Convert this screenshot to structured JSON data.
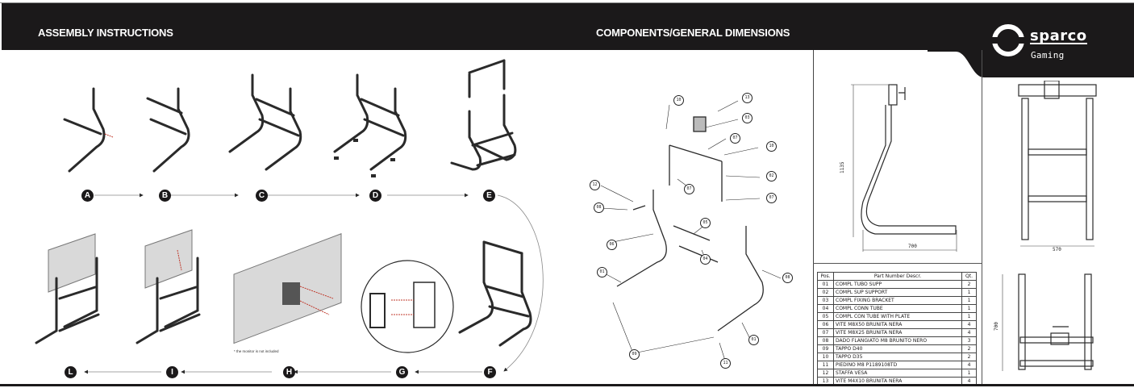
{
  "header": {
    "left_title": "ASSEMBLY INSTRUCTIONS",
    "right_title": "COMPONENTS/GENERAL DIMENSIONS",
    "brand": {
      "name": "sparco",
      "subline": "Gaming"
    }
  },
  "colors": {
    "bar": "#1b191a",
    "text_on_bar": "#ffffff",
    "line_art": "#2a2a2a",
    "screw_dash": "#c0392b",
    "monitor_fill": "#d9d9d9"
  },
  "assembly": {
    "top_row_steps": [
      "A",
      "B",
      "C",
      "D",
      "E"
    ],
    "bottom_row_steps": [
      "L",
      "I",
      "H",
      "G",
      "F"
    ],
    "monitor_note": "* the monitor is not included"
  },
  "components": {
    "callouts": [
      "10",
      "13",
      "03",
      "07",
      "10",
      "02",
      "07",
      "07",
      "12",
      "08",
      "06",
      "05",
      "04",
      "01",
      "08",
      "01",
      "09",
      "11"
    ]
  },
  "dimensions": {
    "side_height": "1135",
    "side_depth": "700",
    "front_width": "570",
    "top_depth": "700"
  },
  "parts_table": {
    "headers": {
      "pos": "Pos.",
      "descr": "Part Number  Descr.",
      "qty": "Qt."
    },
    "rows": [
      {
        "pos": "01",
        "descr": "COMPL TUBO SUPP",
        "qty": "2"
      },
      {
        "pos": "02",
        "descr": "COMPL SUP SUPPORT",
        "qty": "1"
      },
      {
        "pos": "03",
        "descr": "COMPL FIXING BRACKET",
        "qty": "1"
      },
      {
        "pos": "04",
        "descr": "COMPL CONN TUBE",
        "qty": "1"
      },
      {
        "pos": "05",
        "descr": "COMPL CON TUBE WITH PLATE",
        "qty": "1"
      },
      {
        "pos": "06",
        "descr": "VITE M8X50 BRUNITA NERA",
        "qty": "4"
      },
      {
        "pos": "07",
        "descr": "VITE M8X25 BRUNITA NERA",
        "qty": "4"
      },
      {
        "pos": "08",
        "descr": "DADO FLANGIATO M8 BRUNITO NERO",
        "qty": "3"
      },
      {
        "pos": "09",
        "descr": "TAPPO D40",
        "qty": "2"
      },
      {
        "pos": "10",
        "descr": "TAPPO D35",
        "qty": "2"
      },
      {
        "pos": "11",
        "descr": "PIEDINO M8  P1189108TD",
        "qty": "4"
      },
      {
        "pos": "12",
        "descr": "STAFFA VESA",
        "qty": "1"
      },
      {
        "pos": "13",
        "descr": "VITE M4X10 BRUNITA NERA",
        "qty": "4"
      }
    ]
  }
}
